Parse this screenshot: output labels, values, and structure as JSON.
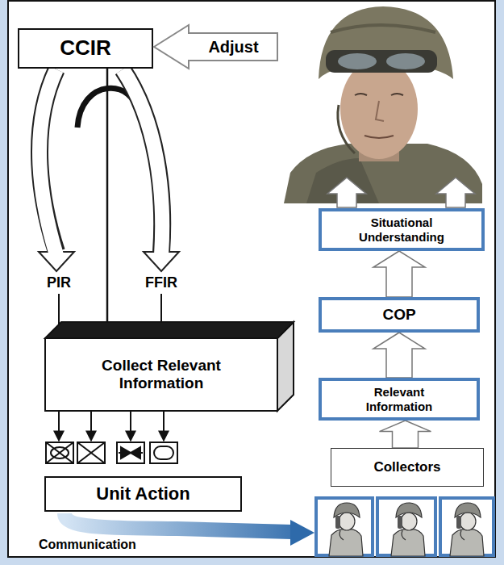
{
  "diagram": {
    "nodes": [
      {
        "text": [
          "CCIR"
        ]
      },
      {
        "text": [
          "Adjust"
        ]
      },
      {
        "text": [
          "Collect Relevant Information"
        ]
      },
      {
        "text": [
          "Unit Action"
        ]
      },
      {
        "text": [
          "Situational Understanding"
        ]
      },
      {
        "text": [
          "COP"
        ]
      },
      {
        "text": [
          "Relevant Information"
        ]
      },
      {
        "text": [
          "Collectors"
        ]
      }
    ],
    "edges": [
      {
        "from": 0,
        "to": 2,
        "arrow": "none"
      },
      {
        "from": 7,
        "to": 6,
        "arrow": "to"
      },
      {
        "from": 6,
        "to": 5,
        "arrow": "to"
      },
      {
        "from": 5,
        "to": 4,
        "arrow": "to"
      }
    ],
    "labels": [
      "PIR",
      "FFIR",
      "Communication"
    ]
  }
}
